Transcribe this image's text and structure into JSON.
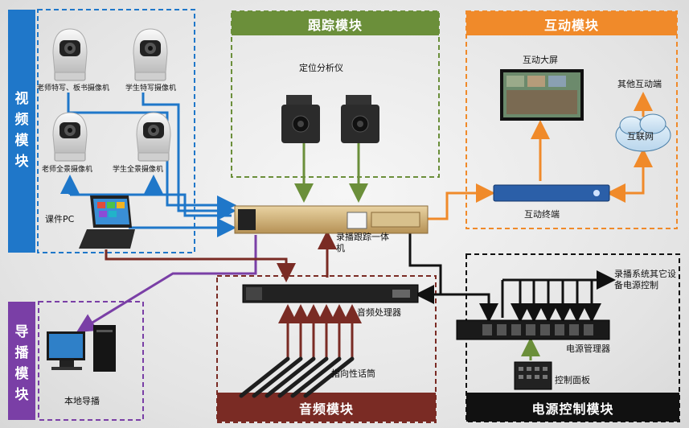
{
  "modules": {
    "video": "视频模块",
    "tracking": "跟踪模块",
    "interactive": "互动模块",
    "directing": "导播模块",
    "audio": "音频模块",
    "power": "电源控制模块"
  },
  "labels": {
    "cam_teacher_close": "老师特写、板书摄像机",
    "cam_student_close": "学生特写摄像机",
    "cam_teacher_wide": "老师全景摄像机",
    "cam_student_wide": "学生全景摄像机",
    "courseware_pc": "课件PC",
    "locator": "定位分析仪",
    "recorder": "录播跟踪一体机",
    "big_screen": "互动大屏",
    "other_terminals": "其他互动端",
    "internet": "互联网",
    "interactive_terminal": "互动终端",
    "audio_processor": "音频处理器",
    "mics": "指向性话筒",
    "local_director": "本地导播",
    "other_power": "录播系统其它设备电源控制",
    "power_manager": "电源管理器",
    "control_panel": "控制面板"
  },
  "colors": {
    "video": "#1f77c9",
    "tracking": "#6b8f3a",
    "interactive": "#f08a2a",
    "directing": "#7a3fa6",
    "audio": "#7a2b24",
    "power": "#111111"
  }
}
